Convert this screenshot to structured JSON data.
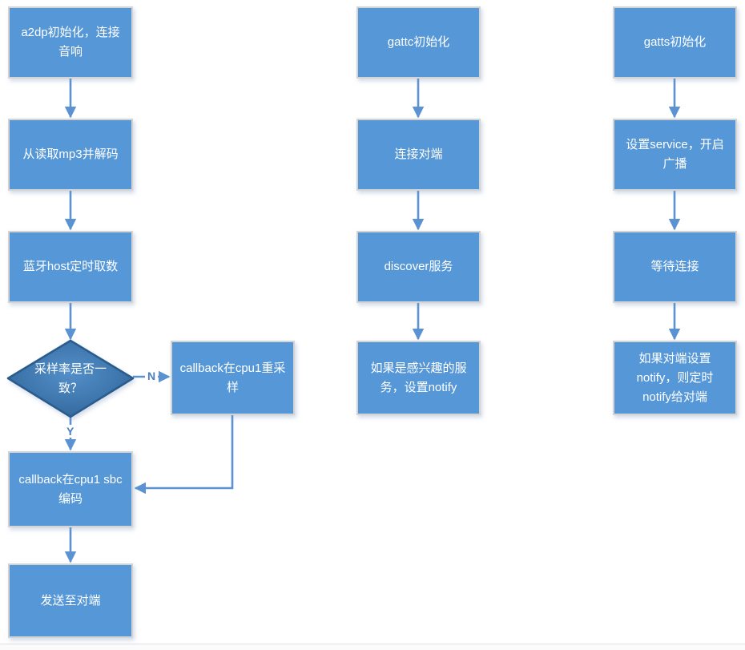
{
  "diagram": {
    "a2dp_flow": {
      "init": "a2dp初始化，连接\n音响",
      "read_decode": "从读取mp3并解码",
      "host_fetch": "蓝牙host定时取数",
      "decision_sample_rate": "采样率是否一\n致？",
      "branch_no": "N",
      "branch_yes": "Y",
      "resample": "callback在cpu1重采\n样",
      "sbc_encode": "callback在cpu1 sbc\n编码",
      "send": "发送至对端"
    },
    "gattc_flow": {
      "init": "gattc初始化",
      "connect": "连接对端",
      "discover": "discover服务",
      "set_notify": "如果是感兴趣的服\n务，设置notify"
    },
    "gatts_flow": {
      "init": "gatts初始化",
      "setup_service": "设置service，开启\n广播",
      "wait_connect": "等待连接",
      "notify_peer": "如果对端设置\nnotify，则定时\nnotify给对端"
    },
    "colors": {
      "node_fill": "#5697D7",
      "node_border": "#D4D4D4",
      "decision_fill_center": "#548FC9",
      "decision_fill_edge": "#2F6396",
      "decision_stroke": "#2A5C8E",
      "connector": "#5B93D2",
      "node_text": "#FFFFFF",
      "branch_label_text": "#4A80BC",
      "page_edge": "#DCDFE3"
    }
  }
}
